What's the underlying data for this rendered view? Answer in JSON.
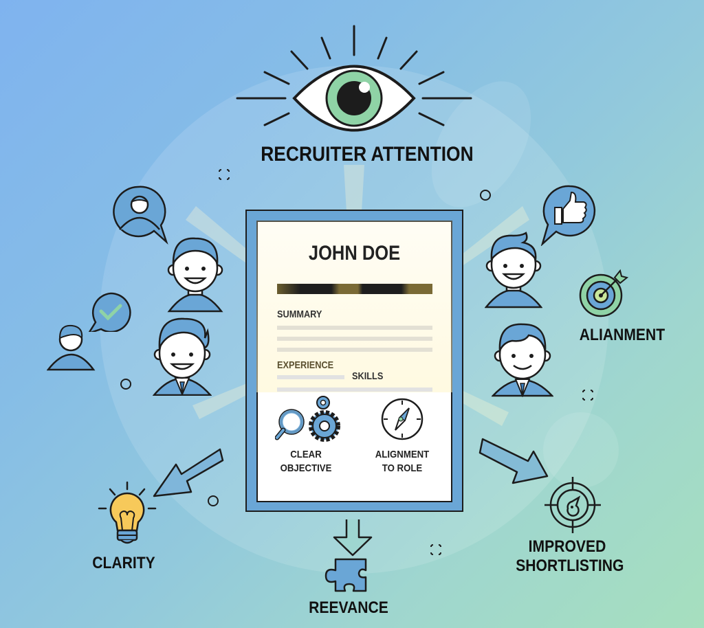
{
  "title": "RECRUITER ATTENTION",
  "resume": {
    "name": "JOHN DOE",
    "sections": {
      "summary": "SUMMARY",
      "experience": "EXPERIENCE",
      "skills": "SKILLS"
    },
    "features": [
      {
        "icon": "magnifier-gears-icon",
        "line1": "CLEAR",
        "line2": "OBJECTIVE"
      },
      {
        "icon": "compass-icon",
        "line1": "ALIGNMENT",
        "line2": "TO ROLE"
      }
    ]
  },
  "outcomes": {
    "clarity": "CLARITY",
    "relevance": "REEVANCE",
    "shortlisting_line1": "IMPROVED",
    "shortlisting_line2": "SHORTLISTING",
    "alignment": "ALIANMENT"
  },
  "colors": {
    "accent_blue": "#6aa6d6",
    "accent_green": "#8fd3a6",
    "bulb_yellow": "#f7c95a",
    "ink": "#1c1c1c"
  }
}
